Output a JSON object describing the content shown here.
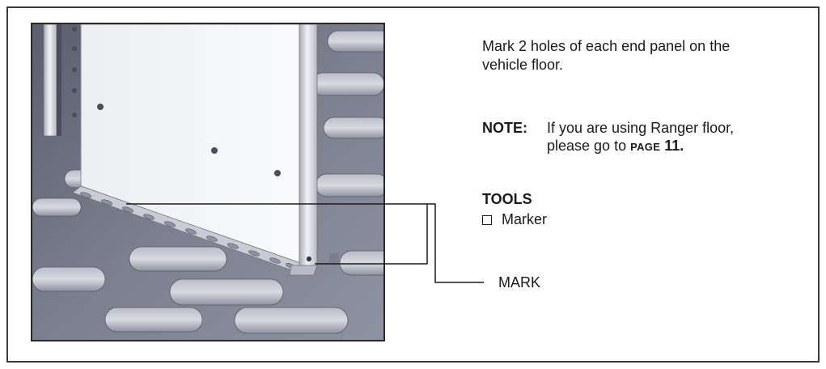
{
  "instruction": {
    "line1": "Mark 2 holes of each end panel on the",
    "line2": "vehicle floor."
  },
  "note": {
    "label": "NOTE:",
    "line1": "If you are using Ranger floor,",
    "line2_prefix": "please go to",
    "page_ref": "PAGE",
    "page_number": "11."
  },
  "tools": {
    "title": "TOOLS",
    "items": [
      {
        "label": "Marker"
      }
    ]
  },
  "callout": {
    "label": "MARK"
  },
  "illustration": {
    "floor_color": "#6d7080",
    "panel_color": "#f4f5f7",
    "slot_color": "#9a9da8"
  }
}
